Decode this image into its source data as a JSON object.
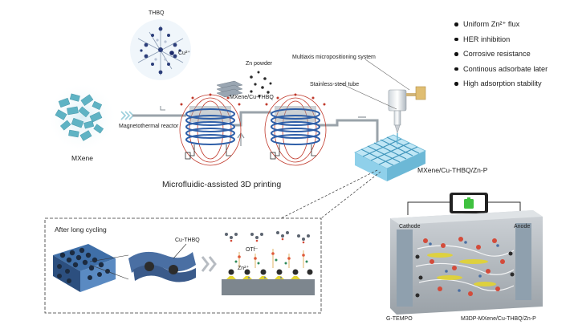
{
  "labels": {
    "thbq": "THBQ",
    "cu_ion": "Cu²⁺",
    "zn_powder": "Zn powder",
    "mxene_cu_thbq": "MXene/Cu-THBQ",
    "multiaxis": "Multiaxis micropositioning system",
    "stainless_tube": "Stainless-steel tube",
    "mxene": "MXene",
    "magnetothermal_reactor": "Magnetothermal reactor",
    "microfluidic_printing": "Microfluidic-assisted 3D printing",
    "product": "MXene/Cu-THBQ/Zn-P",
    "after_long_cycling": "After long cycling",
    "cu_thbq": "Cu-THBQ",
    "otf": "OTf⁻",
    "zn_ion": "Zn²⁺",
    "cathode": "Cathode",
    "anode": "Anode",
    "g_tempo": "G-TEMPO",
    "anode_full": "M3DP-MXene/Cu-THBQ/Zn-P"
  },
  "features": [
    "Uniform Zn²⁺ flux",
    "HER inhibition",
    "Corrosive resistance",
    "Continous adsorbate later",
    "High adsorption stability"
  ],
  "colors": {
    "mxene_flake": "#5fb3c4",
    "coil_blue": "#2f5fa8",
    "field_red": "#c0392b",
    "zn_yellow": "#e3d431",
    "phone_green": "#3fc13f"
  }
}
